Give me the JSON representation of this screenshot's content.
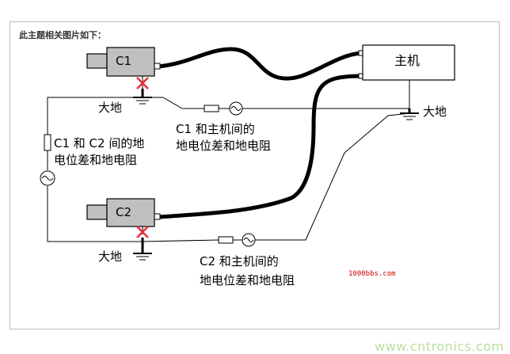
{
  "caption": "此主题相关图片如下：",
  "camera1": {
    "label": "C1"
  },
  "camera2": {
    "label": "C2"
  },
  "host": {
    "label": "主机"
  },
  "ground": {
    "camera1": "大地",
    "host": "大地",
    "camera2": "大地"
  },
  "label_c1_host": {
    "line1": "C1 和主机间的",
    "line2": "地电位差和地电阻"
  },
  "label_c1_c2": {
    "line1": "C1 和 C2 间的地",
    "line2": "电位差和地电阻"
  },
  "label_c2_host": {
    "line1": "C2 和主机间的",
    "line2": "地电位差和地电阻"
  },
  "watermark_site": "1000bbs.com",
  "watermark_brand": "www.cntronics.com",
  "colors": {
    "camera_fill": "#c0c0c0",
    "break_mark": "#e8303a",
    "cable": "#000000",
    "frame": "#bdbdbd"
  }
}
